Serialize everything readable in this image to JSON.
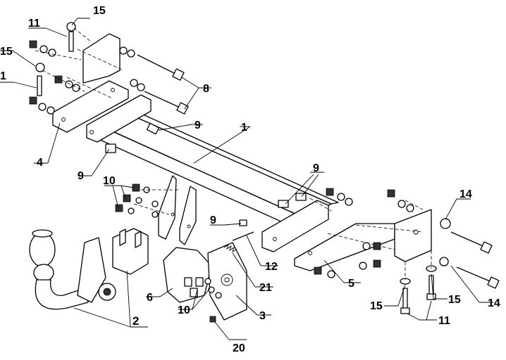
{
  "diagram": {
    "labels": [
      {
        "key": "l15a",
        "text": "15"
      },
      {
        "key": "l11a",
        "text": "11"
      },
      {
        "key": "l15b",
        "text": "15"
      },
      {
        "key": "l11b",
        "text": "1"
      },
      {
        "key": "l4",
        "text": "4"
      },
      {
        "key": "l8",
        "text": "8"
      },
      {
        "key": "l9a",
        "text": "9"
      },
      {
        "key": "l1",
        "text": "1"
      },
      {
        "key": "l9b",
        "text": "9"
      },
      {
        "key": "l10a",
        "text": "10"
      },
      {
        "key": "l9c",
        "text": "9"
      },
      {
        "key": "l14a",
        "text": "14"
      },
      {
        "key": "l9d",
        "text": "9"
      },
      {
        "key": "l12",
        "text": "12"
      },
      {
        "key": "l5",
        "text": "5"
      },
      {
        "key": "l21",
        "text": "21"
      },
      {
        "key": "l6",
        "text": "6"
      },
      {
        "key": "l10b",
        "text": "10"
      },
      {
        "key": "l3",
        "text": "3"
      },
      {
        "key": "l2",
        "text": "2"
      },
      {
        "key": "l20",
        "text": "20"
      },
      {
        "key": "l15c",
        "text": "15"
      },
      {
        "key": "l15d",
        "text": "15"
      },
      {
        "key": "l11c",
        "text": "11"
      },
      {
        "key": "l14b",
        "text": "14"
      }
    ]
  }
}
